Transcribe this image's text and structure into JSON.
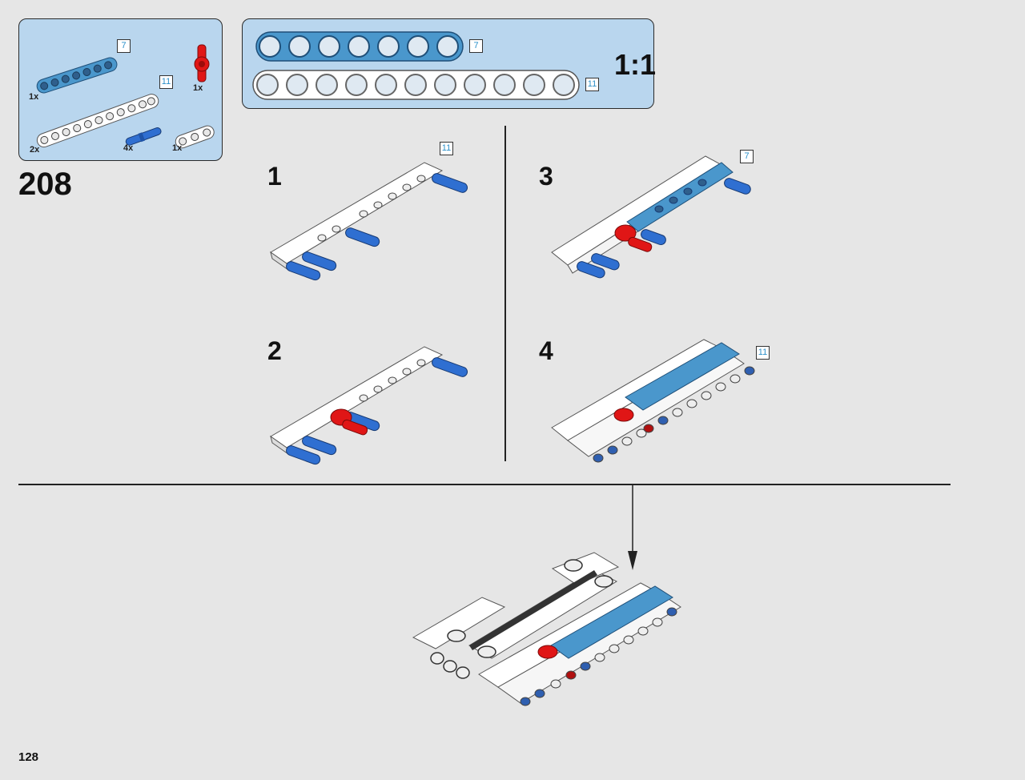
{
  "parts_list": {
    "items": [
      {
        "name": "blue-7-beam",
        "qty": "1x",
        "length": "7"
      },
      {
        "name": "white-11-beam",
        "qty": "2x",
        "length": "11"
      },
      {
        "name": "red-connector",
        "qty": "1x"
      },
      {
        "name": "blue-pin",
        "qty": "4x"
      },
      {
        "name": "white-3-beam",
        "qty": "1x"
      }
    ],
    "qty_blue_beam": "1x",
    "qty_white_beam": "2x",
    "qty_red_connector": "1x",
    "qty_blue_pin": "4x",
    "qty_white_small": "1x",
    "len_blue_beam": "7",
    "len_white_beam": "11"
  },
  "scale_panel": {
    "ratio": "1:1",
    "top_length": "7",
    "bottom_length": "11"
  },
  "step_number": "208",
  "substeps": {
    "s1": "1",
    "s1_len": "11",
    "s2": "2",
    "s3": "3",
    "s3_len": "7",
    "s4": "4",
    "s4_len": "11"
  },
  "page_number": "128",
  "colors": {
    "panel_bg": "#b9d6ee",
    "blue_part": "#2f6fd1",
    "light_blue_part": "#4a97cc",
    "red_part": "#e01616",
    "white_part": "#ffffff"
  }
}
